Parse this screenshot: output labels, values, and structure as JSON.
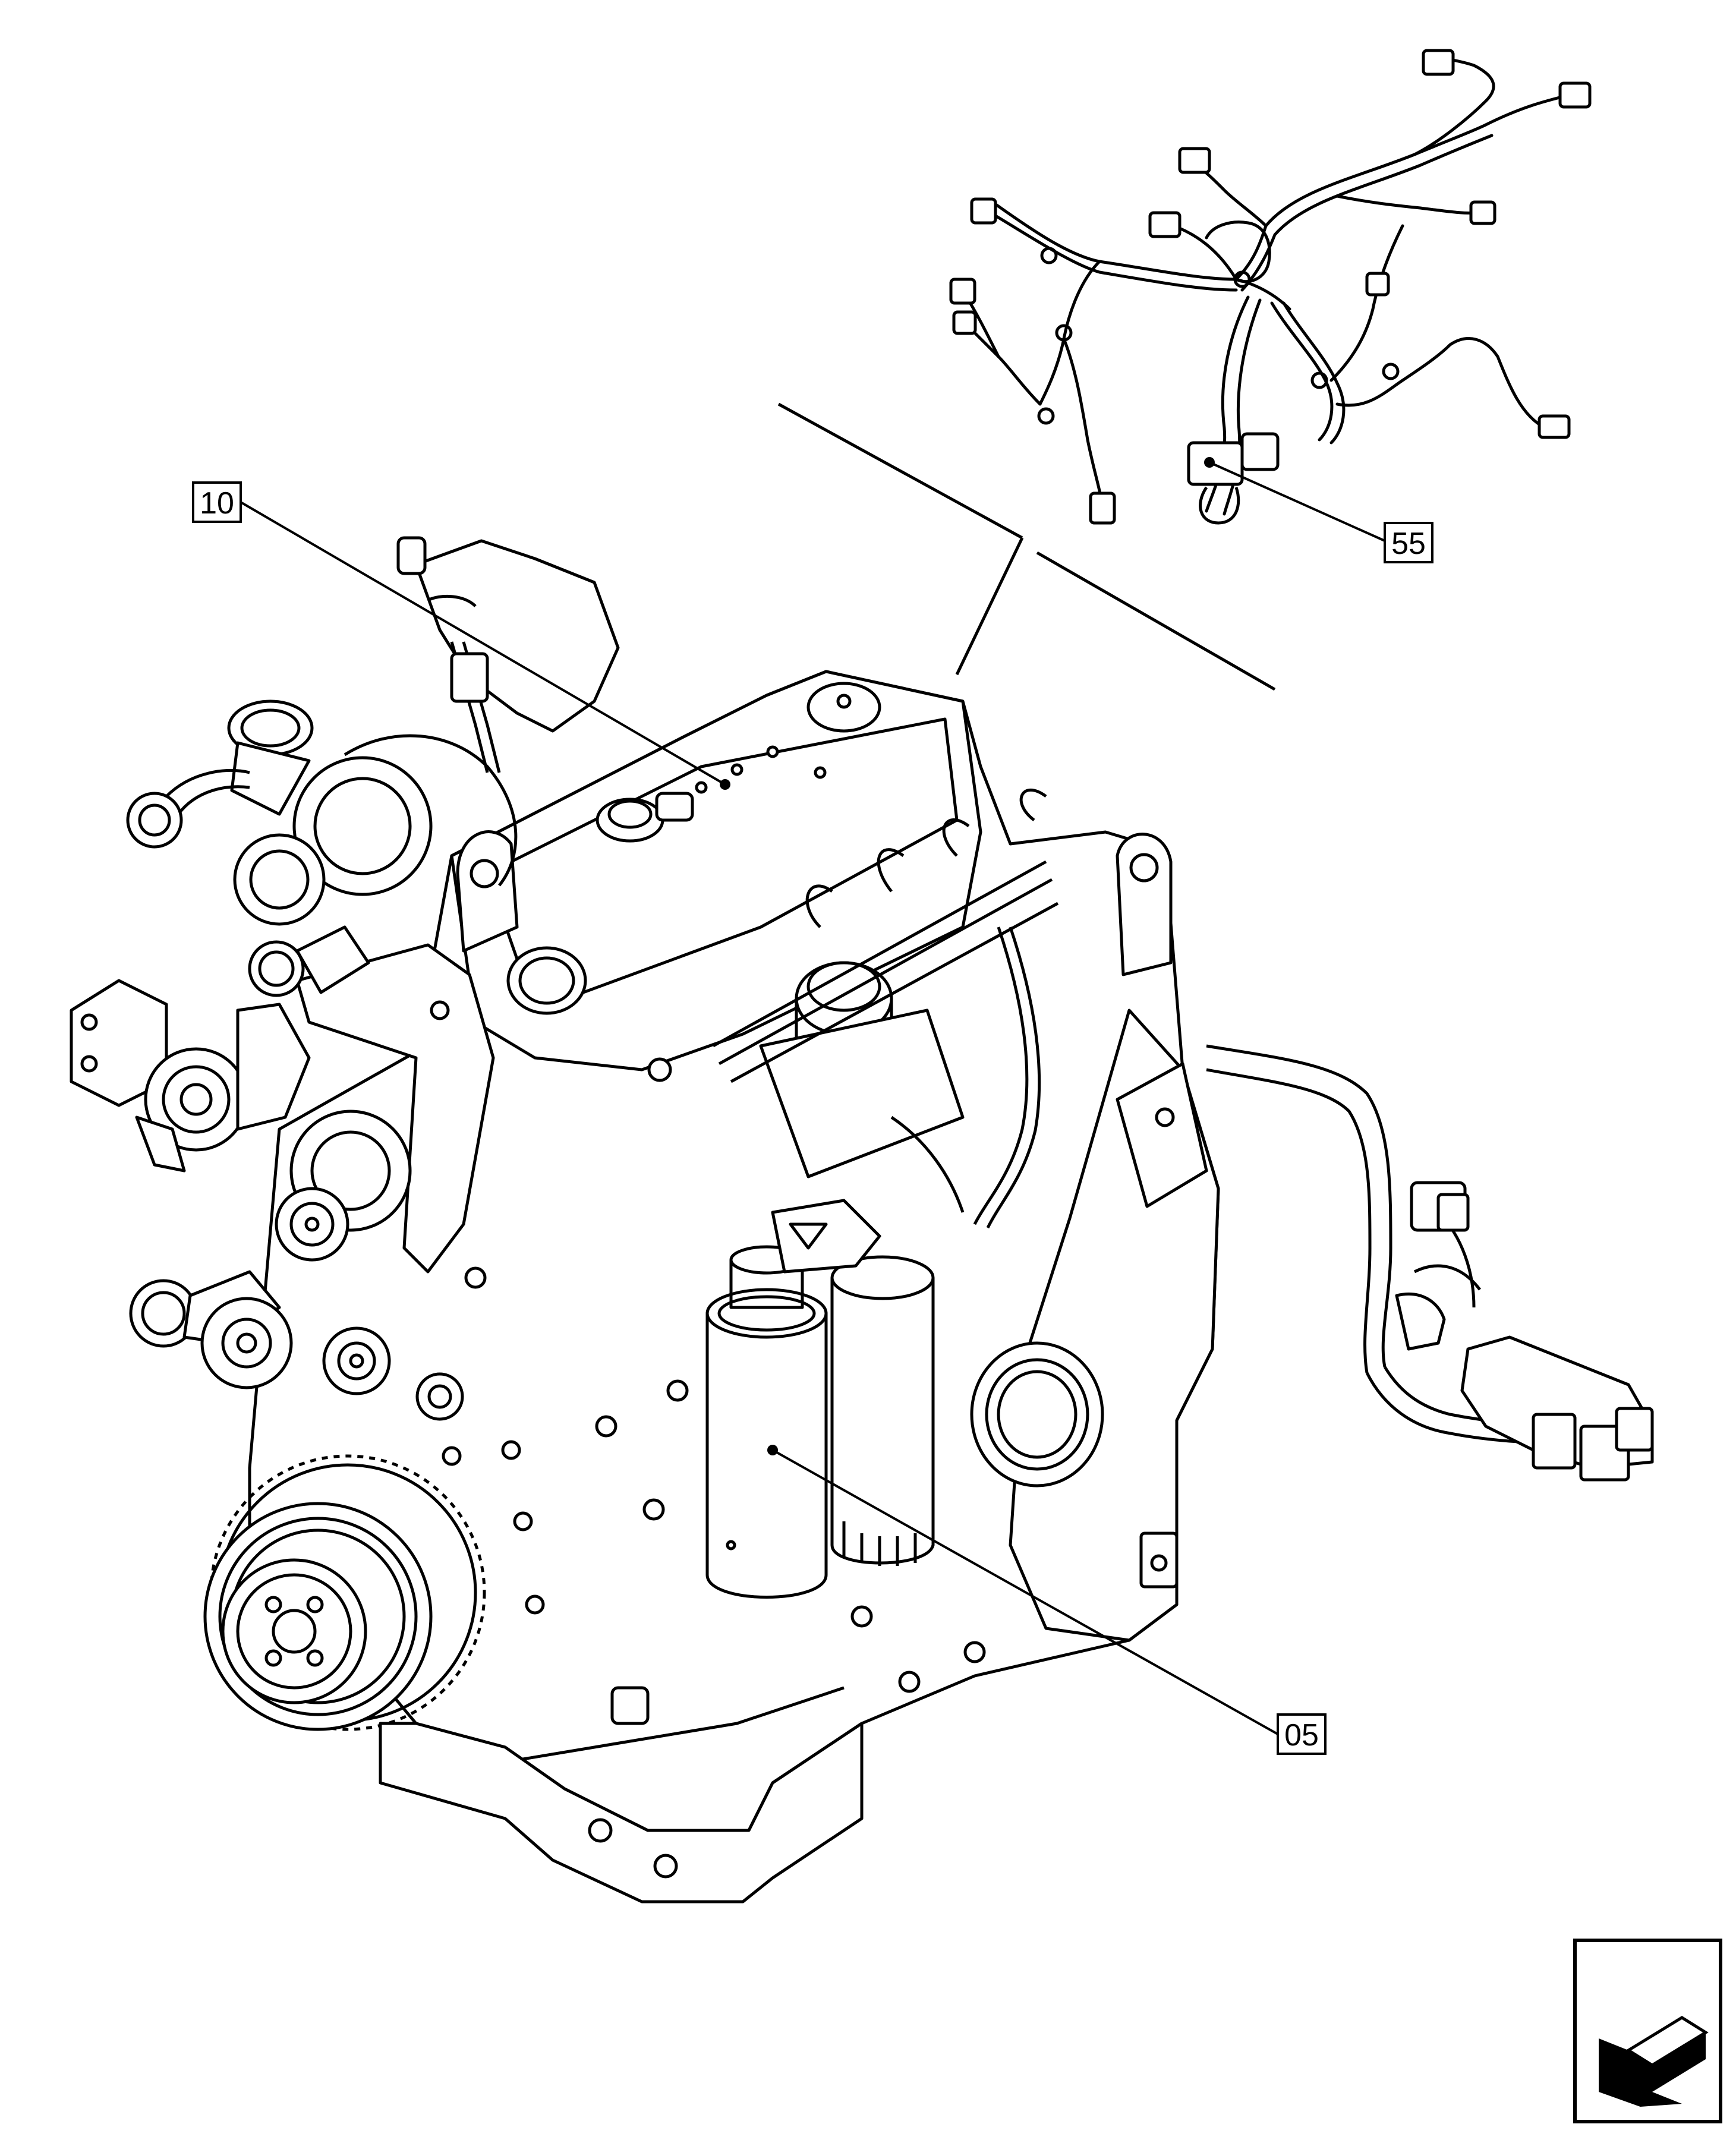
{
  "callouts": [
    {
      "id": "engine",
      "label": "10"
    },
    {
      "id": "harness",
      "label": "55"
    },
    {
      "id": "fuel-filter",
      "label": "05"
    }
  ],
  "colors": {
    "line": "#000000",
    "paper": "#ffffff",
    "arrow_fill": "#000000"
  },
  "icons": {
    "view_direction": "view-direction-arrow-icon"
  }
}
